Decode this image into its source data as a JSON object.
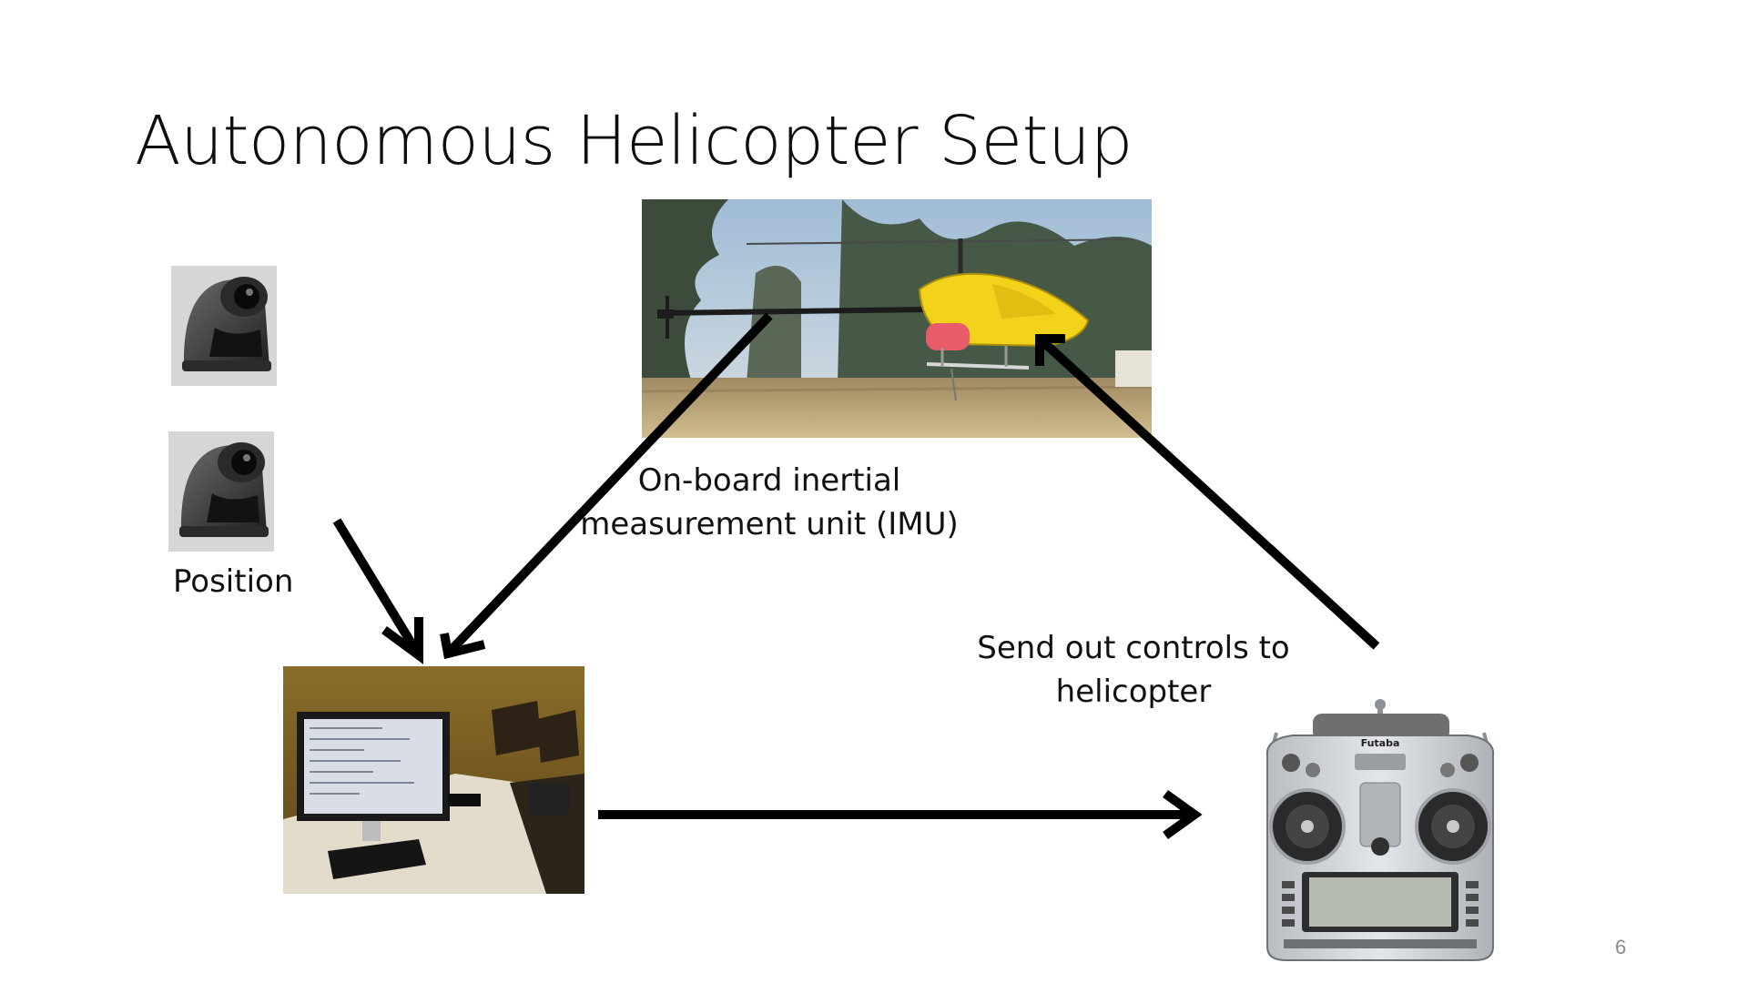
{
  "slide": {
    "title": "Autonomous Helicopter Setup",
    "number": "6"
  },
  "labels": {
    "imu_line1": "On-board inertial",
    "imu_line2": "measurement unit (IMU)",
    "controls_line1": "Send out controls to",
    "controls_line2": "helicopter",
    "position": "Position"
  },
  "images": {
    "camera_top": "camera-icon",
    "camera_bottom": "camera-icon",
    "helicopter": "helicopter-photo",
    "computer": "computer-workstation-photo",
    "controller": "radio-transmitter-photo",
    "controller_brand": "Futaba"
  },
  "colors": {
    "helicopter_body": "#f2d21b",
    "sky": "#b9cfe0",
    "grass": "#bfa77a",
    "arrow": "#000000"
  }
}
